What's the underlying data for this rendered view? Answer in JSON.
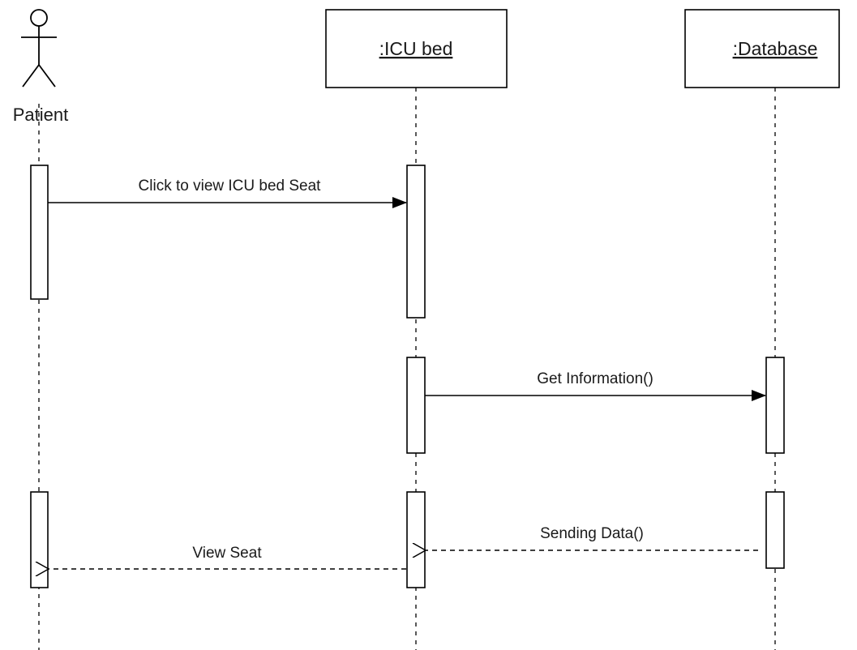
{
  "participants": {
    "patient": {
      "label": "Patient",
      "kind": "actor"
    },
    "icu_bed": {
      "label": ":ICU bed",
      "kind": "object"
    },
    "database": {
      "label": ":Database",
      "kind": "object"
    }
  },
  "messages": [
    {
      "label": "Click to view ICU bed Seat",
      "from": "Patient",
      "to": ":ICU bed",
      "style": "synchronous call"
    },
    {
      "label": "Get Information()",
      "from": ":ICU bed",
      "to": ":Database",
      "style": "synchronous call"
    },
    {
      "label": "Sending Data()",
      "from": ":Database",
      "to": ":ICU bed",
      "style": "return"
    },
    {
      "label": "View Seat",
      "from": ":ICU bed",
      "to": "Patient",
      "style": "return"
    }
  ],
  "colors": {
    "line": "#000000",
    "text": "#1a1a1a",
    "box_fill": "#ffffff"
  }
}
